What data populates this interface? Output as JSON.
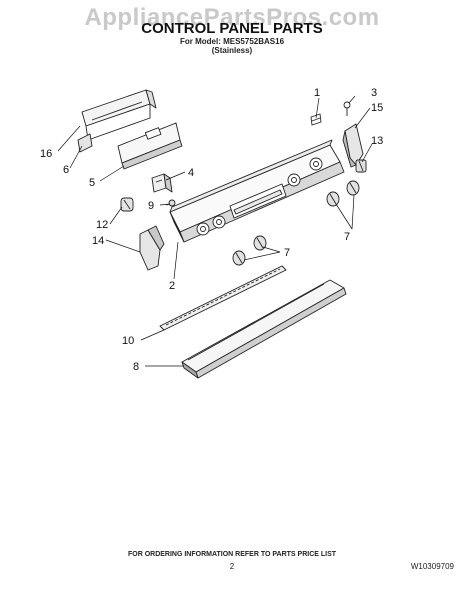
{
  "header": {
    "watermark": "AppliancePartsPros.com",
    "title": "CONTROL PANEL PARTS",
    "model_line": "For Model: MES5752BAS16",
    "variant": "(Stainless)"
  },
  "diagram": {
    "callouts": [
      {
        "id": "c1",
        "label": "1"
      },
      {
        "id": "c2",
        "label": "2"
      },
      {
        "id": "c3",
        "label": "3"
      },
      {
        "id": "c4",
        "label": "4"
      },
      {
        "id": "c5",
        "label": "5"
      },
      {
        "id": "c6",
        "label": "6"
      },
      {
        "id": "c7a",
        "label": "7"
      },
      {
        "id": "c7b",
        "label": "7"
      },
      {
        "id": "c8",
        "label": "8"
      },
      {
        "id": "c9",
        "label": "9"
      },
      {
        "id": "c10",
        "label": "10"
      },
      {
        "id": "c12",
        "label": "12"
      },
      {
        "id": "c13",
        "label": "13"
      },
      {
        "id": "c14",
        "label": "14"
      },
      {
        "id": "c15",
        "label": "15"
      },
      {
        "id": "c16",
        "label": "16"
      }
    ]
  },
  "footer": {
    "note": "FOR ORDERING INFORMATION REFER TO PARTS PRICE LIST",
    "page": "2",
    "doc_number": "W10309709"
  }
}
